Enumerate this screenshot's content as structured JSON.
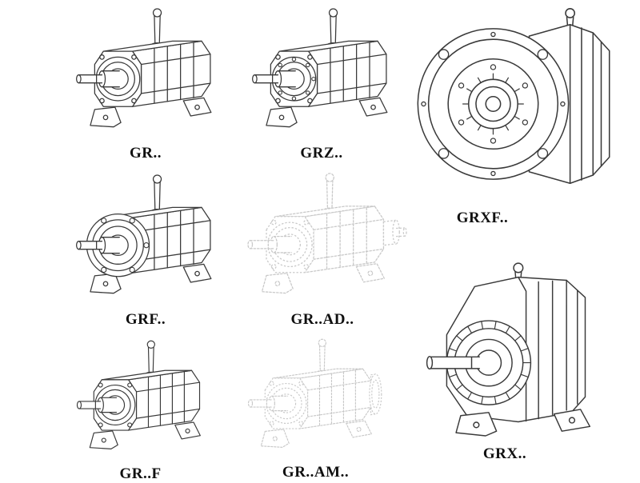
{
  "page": {
    "background_color": "#ffffff",
    "line_color": "#3a3a3a",
    "ghost_line_color": "#c9c9c9"
  },
  "figures": [
    {
      "label": "GR..",
      "style": "solid"
    },
    {
      "label": "GRZ..",
      "style": "solid"
    },
    {
      "label": "GRXF..",
      "style": "solid"
    },
    {
      "label": "GRF..",
      "style": "solid"
    },
    {
      "label": "GR..AD..",
      "style": "ghost"
    },
    {
      "label": "GR..F",
      "style": "solid"
    },
    {
      "label": "GR..AM..",
      "style": "ghost"
    },
    {
      "label": "GRX..",
      "style": "solid"
    }
  ]
}
